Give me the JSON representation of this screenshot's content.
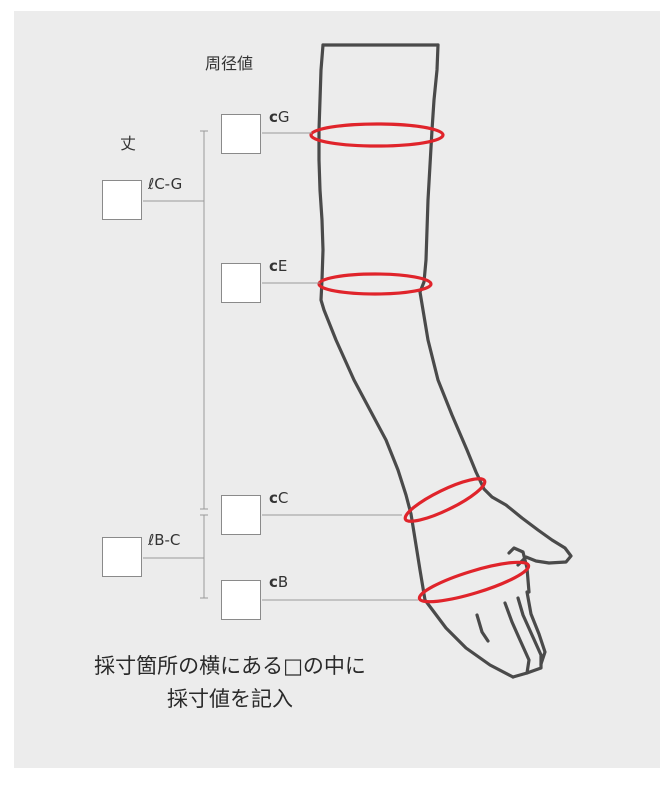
{
  "headings": {
    "circumference": "周径値",
    "length": "丈"
  },
  "length_points": [
    {
      "id": "lcg",
      "label": "ℓC-G"
    },
    {
      "id": "lbc",
      "label": "ℓB-C"
    }
  ],
  "circumference_points": [
    {
      "id": "cg",
      "letter": "c",
      "suffix": "G"
    },
    {
      "id": "ce",
      "letter": "c",
      "suffix": "E"
    },
    {
      "id": "cc",
      "letter": "c",
      "suffix": "C"
    },
    {
      "id": "cb",
      "letter": "c",
      "suffix": "B"
    }
  ],
  "instruction": {
    "line1": "採寸箇所の横にある□の中に",
    "line2": "採寸値を記入"
  },
  "colors": {
    "background": "#ececec",
    "arm_outline": "#4a4a4a",
    "measure_ring": "#e0242b",
    "connector": "#9a9a9a"
  }
}
